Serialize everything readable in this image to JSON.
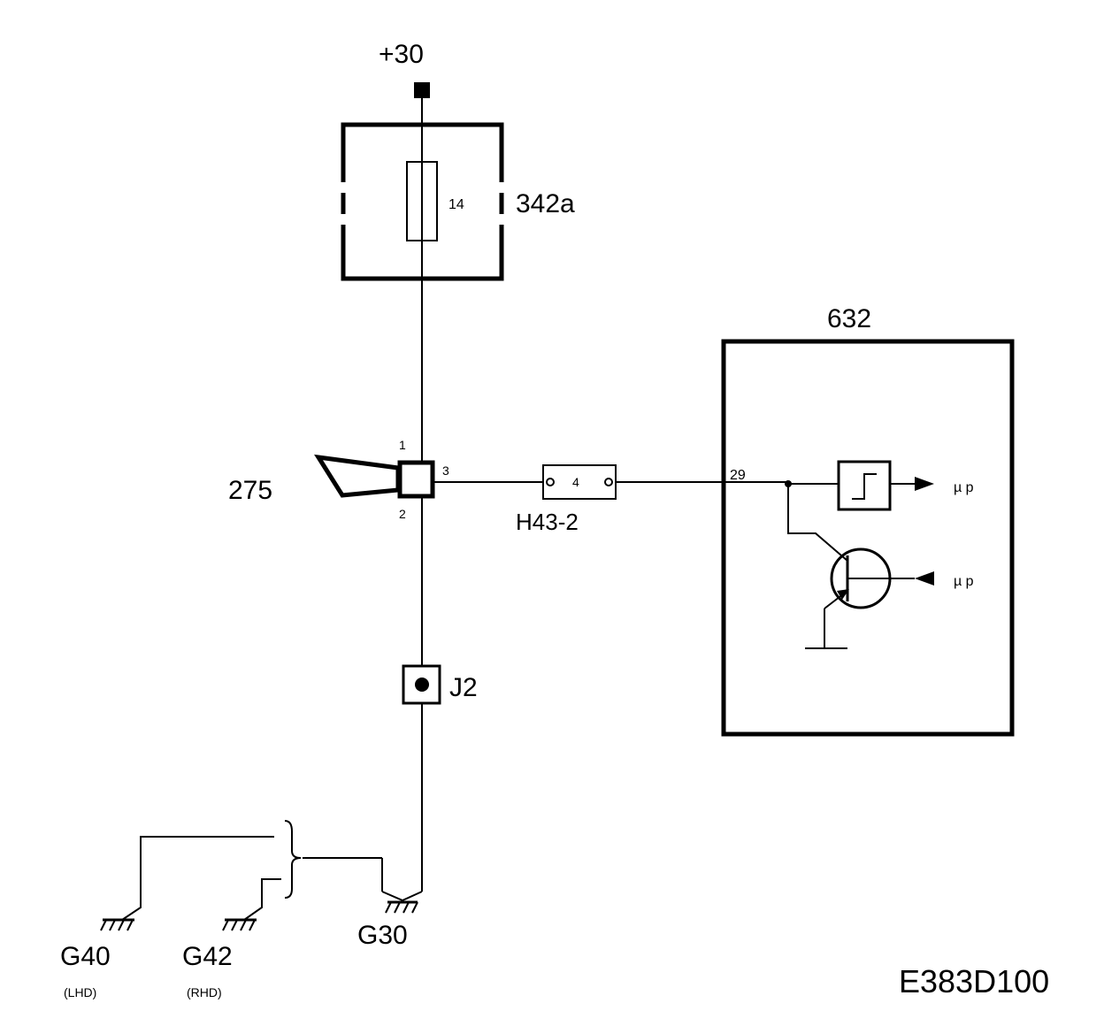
{
  "labels": {
    "supply": "+30",
    "fuse_box_id": "342a",
    "fuse_number": "14",
    "ecu_id": "632",
    "switch_id": "275",
    "switch_pin1": "1",
    "switch_pin2": "2",
    "switch_pin3": "3",
    "connector_id": "H43-2",
    "connector_pin": "4",
    "ecu_pin": "29",
    "splice_id": "J2",
    "micro_p_top": "µ p",
    "micro_p_bottom": "µ p",
    "ground_g30": "G30",
    "ground_g40": "G40",
    "ground_g42": "G42",
    "g40_note": "(LHD)",
    "g42_note": "(RHD)",
    "drawing_id": "E383D100"
  }
}
